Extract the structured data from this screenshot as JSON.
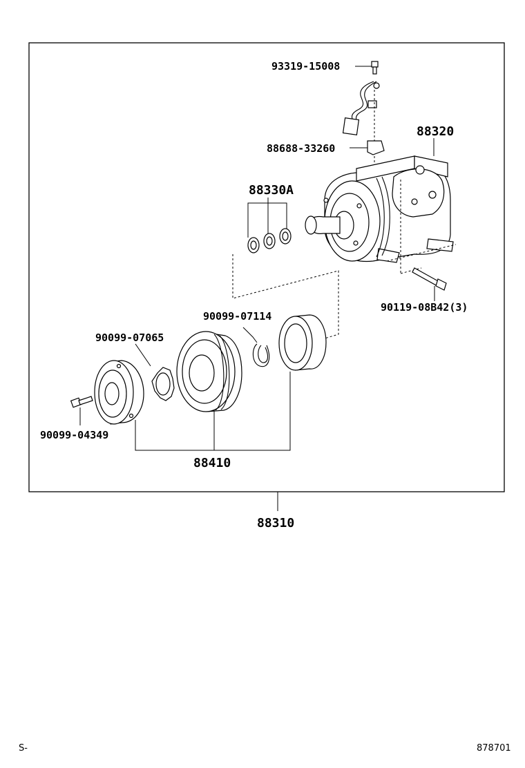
{
  "callouts": {
    "p93319": "93319-15008",
    "p88320": "88320",
    "p88688": "88688-33260",
    "p88330a": "88330A",
    "p90119": "90119-08B42(3)",
    "p90099_07114": "90099-07114",
    "p90099_07065": "90099-07065",
    "p90099_04349": "90099-04349",
    "p88410": "88410",
    "p88310": "88310"
  },
  "footer": {
    "left": "S-",
    "right": "878701"
  }
}
